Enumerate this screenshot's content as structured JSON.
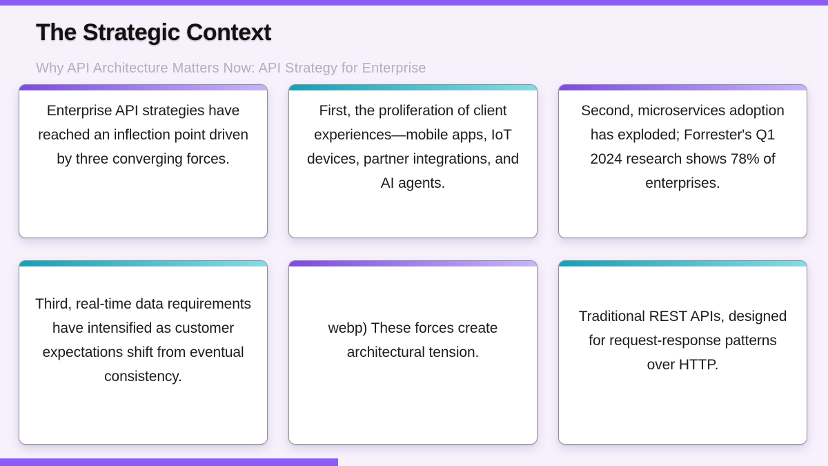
{
  "page": {
    "title": "The Strategic Context",
    "subtitle": "Why API Architecture Matters Now: API Strategy for Enterprise"
  },
  "cards": [
    {
      "text": "Enterprise API strategies have reached an inflection point driven by three converging forces.",
      "accent": "purple"
    },
    {
      "text": "First, the proliferation of client experiences—mobile apps, IoT devices, partner integrations, and AI agents.",
      "accent": "teal"
    },
    {
      "text": "Second, microservices adoption has exploded; Forrester's Q1 2024 research shows 78% of enterprises.",
      "accent": "purple"
    },
    {
      "text": "Third, real-time data requirements have intensified as customer expectations shift from eventual consistency.",
      "accent": "teal"
    },
    {
      "text": "webp) These forces create architectural tension.",
      "accent": "purple"
    },
    {
      "text": "Traditional REST APIs, designed for request-response patterns over HTTP.",
      "accent": "teal"
    }
  ],
  "colors": {
    "topbar": "#8b5cf6",
    "background": "#f7f1fc",
    "accent_purple_start": "#7c4be0",
    "accent_purple_end": "#c6b5f6",
    "accent_teal_start": "#16a0b5",
    "accent_teal_end": "#85dbe6",
    "card_text": "#1c1c1e",
    "subtitle_text": "#b3adbe"
  }
}
